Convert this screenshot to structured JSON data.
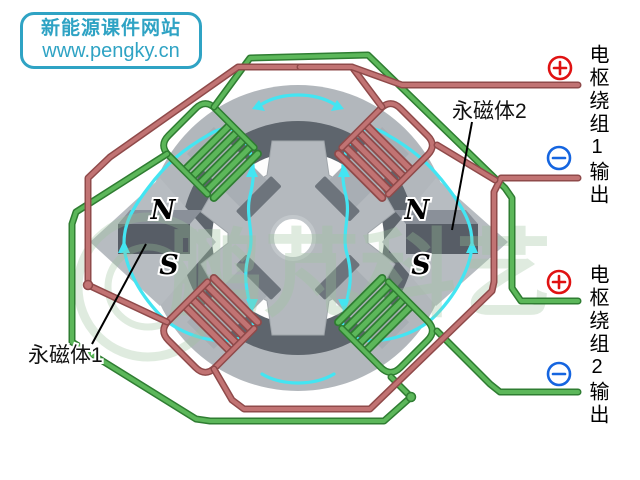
{
  "logo": {
    "line1": "新能源课件网站",
    "line2": "www.pengky.cn"
  },
  "diagram": {
    "magnet1_label": "永磁体1",
    "magnet2_label": "永磁体2",
    "pole_n": "N",
    "pole_s": "S",
    "watermark": "鹏芃科艺",
    "flux_line_color": "#43e5f2",
    "winding1_wire_color": "#c17373",
    "winding2_wire_color": "#5cb75a",
    "magnet_color": "#575d66",
    "steel_color": "#b2b7bc"
  },
  "outputs": {
    "winding1": {
      "label": "电枢绕组1输出",
      "plus_symbol": "+",
      "minus_symbol": "−",
      "plus_color": "#e01212",
      "minus_color": "#1565e0"
    },
    "winding2": {
      "label": "电枢绕组2输出",
      "plus_symbol": "+",
      "minus_symbol": "−",
      "plus_color": "#e01212",
      "minus_color": "#1565e0"
    }
  }
}
